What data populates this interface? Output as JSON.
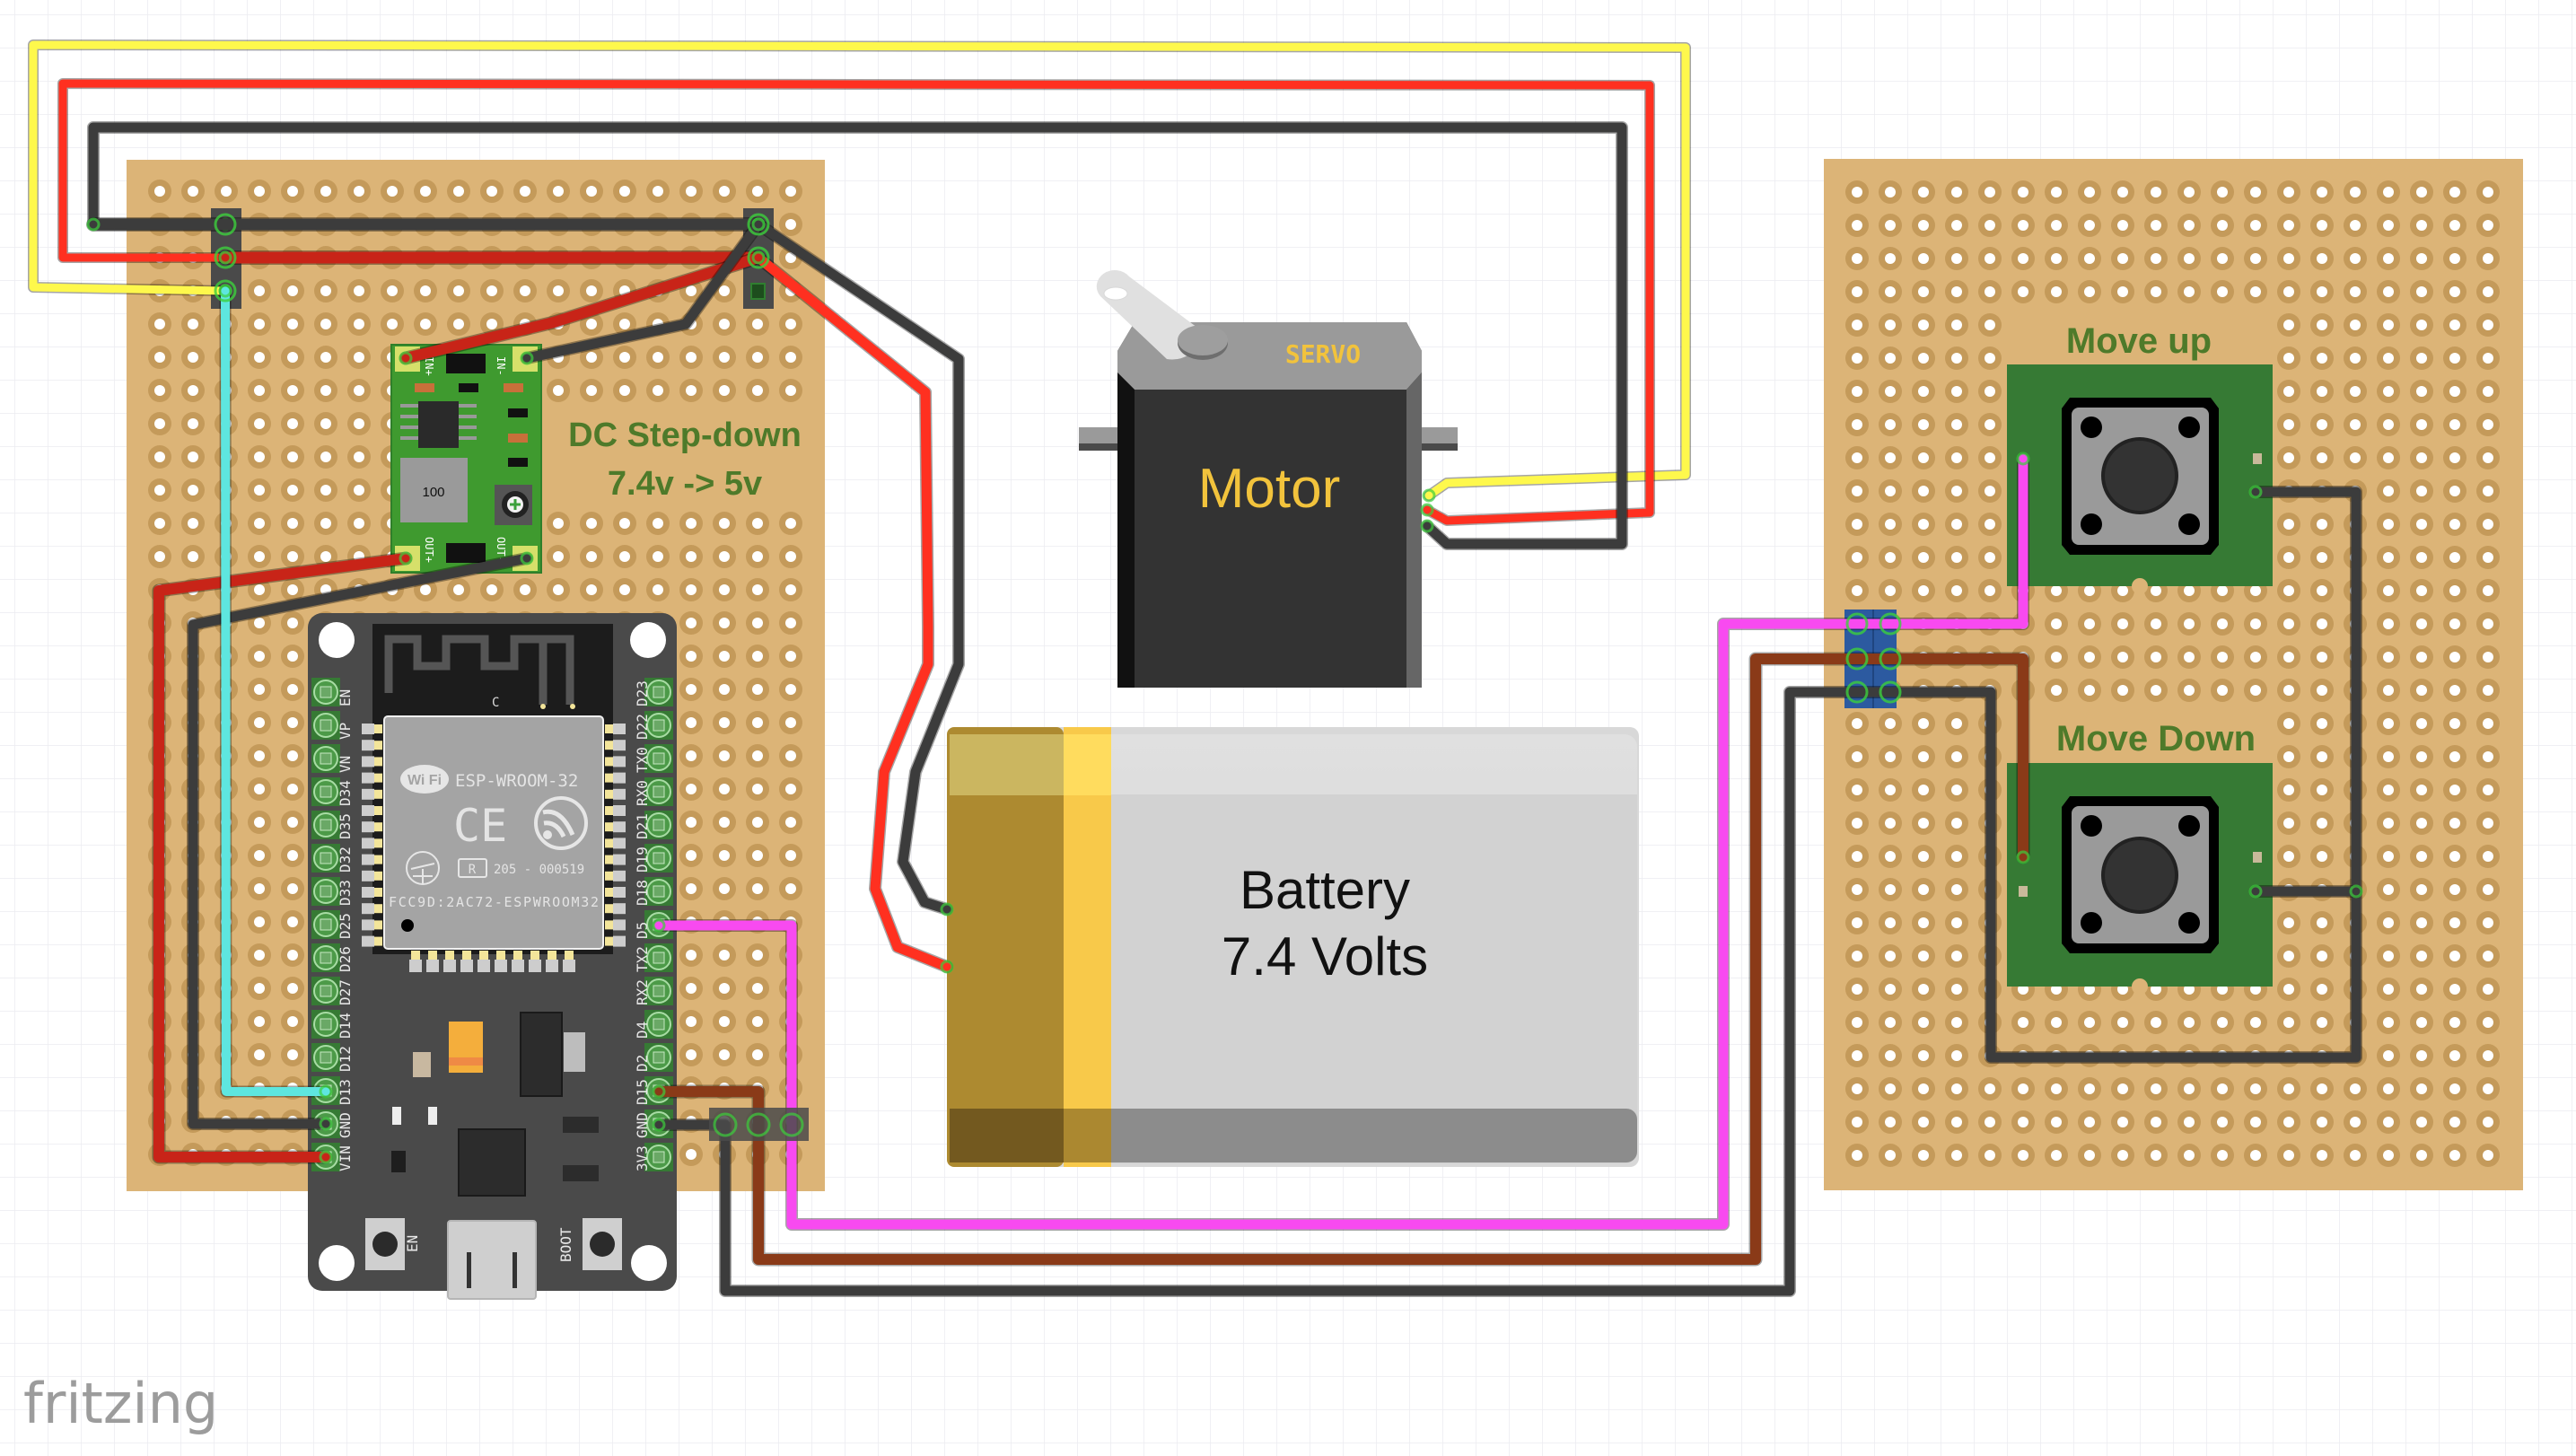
{
  "app": {
    "logo_text": "fritzing"
  },
  "colors": {
    "background": "#ffffff",
    "grid": "#ececf0",
    "perfboard": "#dcb477",
    "perfboard_ring": "#c49a5a",
    "esp_board": "#4a4a4a",
    "pcb_green": "#367a34",
    "label_green": "#4e7a2a",
    "servo_label": "#f2c33c",
    "wire_yellow": "#fef84c",
    "wire_red": "#ff3020",
    "wire_dark_red": "#c82418",
    "wire_black": "#3c3c3c",
    "wire_cyan": "#5ee6df",
    "wire_pink": "#f84af0",
    "wire_brown": "#8a3a18"
  },
  "components": {
    "step_down": {
      "label_line1": "DC Step-down",
      "label_line2": "7.4v -> 5v",
      "inductor_value": "100",
      "pins": [
        "IN+",
        "IN-",
        "OUT+",
        "OUT-"
      ]
    },
    "servo": {
      "brand": "SERVO",
      "label": "Motor"
    },
    "battery": {
      "label_line1": "Battery",
      "label_line2": "7.4 Volts"
    },
    "esp32": {
      "module_name": "ESP-WROOM-32",
      "wifi_logo": "Wi Fi",
      "ce_mark": "CE",
      "cert_code": "205 - 000519",
      "cert_r": "R",
      "fcc_id": "FCC9D:2AC72-ESPWROOM32",
      "antenna_mark": "C",
      "left_pins": [
        "EN",
        "VP",
        "VN",
        "D34",
        "D35",
        "D32",
        "D33",
        "D25",
        "D26",
        "D27",
        "D14",
        "D12",
        "D13",
        "GND",
        "VIN"
      ],
      "right_pins": [
        "D23",
        "D22",
        "TX0",
        "RX0",
        "D21",
        "D19",
        "D18",
        "D5",
        "TX2",
        "RX2",
        "D4",
        "D2",
        "D15",
        "GND",
        "3V3"
      ],
      "button_en": "EN",
      "button_boot": "BOOT"
    },
    "button_up": {
      "label": "Move up"
    },
    "button_down": {
      "label": "Move Down"
    }
  },
  "wires": [
    {
      "name": "servo-signal-wire",
      "color": "wire_yellow",
      "from": "servo signal",
      "to": "left header pin 3"
    },
    {
      "name": "servo-power-wire",
      "color": "wire_red",
      "from": "servo +",
      "to": "left header pin 2"
    },
    {
      "name": "servo-ground-wire",
      "color": "wire_black",
      "from": "servo -",
      "to": "left header pin 1"
    },
    {
      "name": "battery-positive-wire",
      "color": "wire_red",
      "from": "battery +",
      "to": "right header pin 2"
    },
    {
      "name": "battery-negative-wire",
      "color": "wire_black",
      "from": "battery -",
      "to": "right header pin 1"
    },
    {
      "name": "stepdown-in-plus-wire",
      "color": "wire_dark_red",
      "from": "IN+",
      "to": "right header pin 2"
    },
    {
      "name": "stepdown-in-minus-wire",
      "color": "wire_black",
      "from": "IN-",
      "to": "right header pin 1"
    },
    {
      "name": "stepdown-out-plus-wire",
      "color": "wire_dark_red",
      "from": "OUT+",
      "to": "VIN"
    },
    {
      "name": "stepdown-out-minus-wire",
      "color": "wire_black",
      "from": "OUT-",
      "to": "GND"
    },
    {
      "name": "servo-control-wire",
      "color": "wire_cyan",
      "from": "D13",
      "to": "left header pin 3"
    },
    {
      "name": "move-up-wire",
      "color": "wire_pink",
      "from": "D5",
      "to": "Move up button"
    },
    {
      "name": "move-down-wire",
      "color": "wire_brown",
      "from": "D15",
      "to": "Move Down button"
    },
    {
      "name": "buttons-ground-wire",
      "color": "wire_black",
      "from": "GND",
      "to": "buttons common"
    }
  ]
}
